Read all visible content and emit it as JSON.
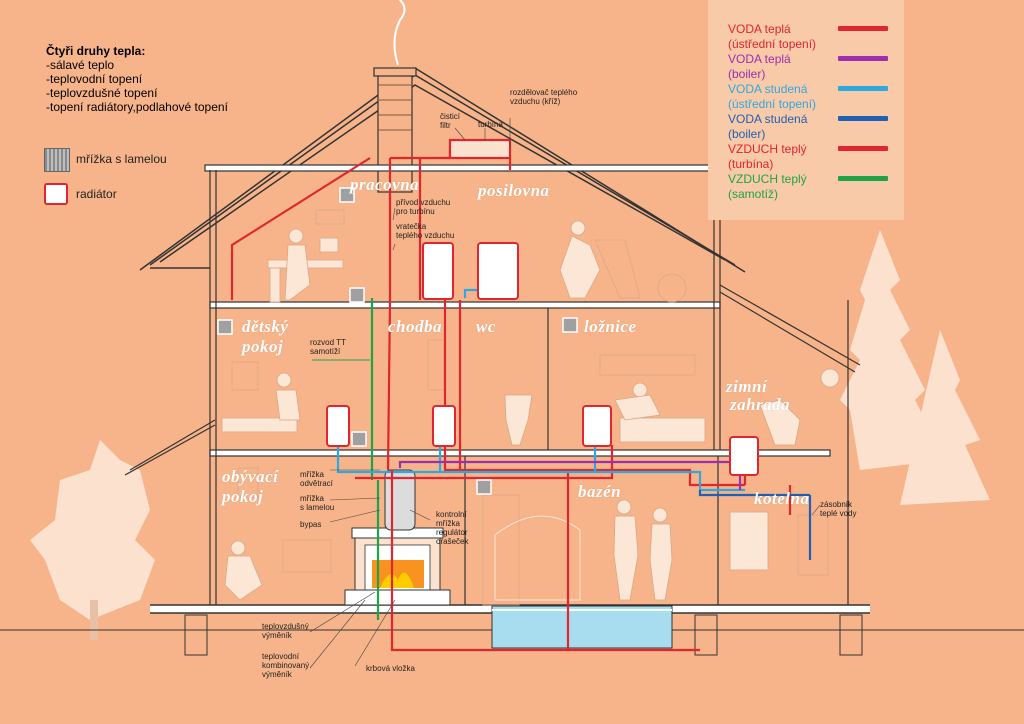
{
  "heating_types": {
    "heading": "Čtyři druhy tepla:",
    "items": [
      "-sálavé teplo",
      "-teplovodní topení",
      "-teplovzdušné topení",
      "-topení radiátory,podlahové topení"
    ]
  },
  "key": {
    "grille_label": "mřížka s lamelou",
    "radiator_label": "radiátor"
  },
  "legend": [
    {
      "line1": "VODA teplá",
      "line2": "(ústřední topení)",
      "color": "#e0262e"
    },
    {
      "line1": "VODA teplá",
      "line2": "(boiler)",
      "color": "#9b2fae"
    },
    {
      "line1": "VODA studená",
      "line2": "(ústřední topení)",
      "color": "#2ea8e0"
    },
    {
      "line1": "VODA studená",
      "line2": "(boiler)",
      "color": "#1f5fb5"
    },
    {
      "line1": "VZDUCH teplý",
      "line2": "(turbína)",
      "color": "#e0262e"
    },
    {
      "line1": "VZDUCH teplý",
      "line2": "(samotíž)",
      "color": "#1fa34a"
    }
  ],
  "rooms": {
    "pracovna": "pracovna",
    "posilovna": "posilovna",
    "detsky_1": "dětský",
    "detsky_2": "pokoj",
    "chodba": "chodba",
    "wc": "wc",
    "loznice": "ložnice",
    "zimni_1": "zimní",
    "zimni_2": "zahrada",
    "obyvaci_1": "obývací",
    "obyvaci_2": "pokoj",
    "bazen": "bazén",
    "kotelna": "kotelna"
  },
  "labels": {
    "cistici_1": "čisticí",
    "cistici_2": "filtr",
    "turbina": "turbína",
    "rozdelovac_1": "rozdělovač teplého",
    "rozdelovac_2": "vzduchu (kříž)",
    "privod_1": "přívod vzduchu",
    "privod_2": "pro turbínu",
    "vratecka_1": "vratečka",
    "vratecka_2": "teplého vzduchu",
    "rozvod_1": "rozvod TT",
    "rozvod_2": "samotíží",
    "mrizka_odv_1": "mřížka",
    "mrizka_odv_2": "odvětrací",
    "mrizka_lam_1": "mřížka",
    "mrizka_lam_2": "s lamelou",
    "bypas": "bypas",
    "kontrolni_1": "kontrolní",
    "kontrolni_2": "mřížka",
    "kontrolni_3": "regulátor",
    "kontrolni_4": "orašeček",
    "zasobnik_1": "zásobník",
    "zasobnik_2": "teplé vody",
    "teplovzdusny_1": "teplovzdušný",
    "teplovzdusny_2": "výměník",
    "teplovodni_1": "teplovodní",
    "teplovodni_2": "kombinovaný",
    "teplovodni_3": "výměník",
    "krbova": "krbová vložka"
  }
}
